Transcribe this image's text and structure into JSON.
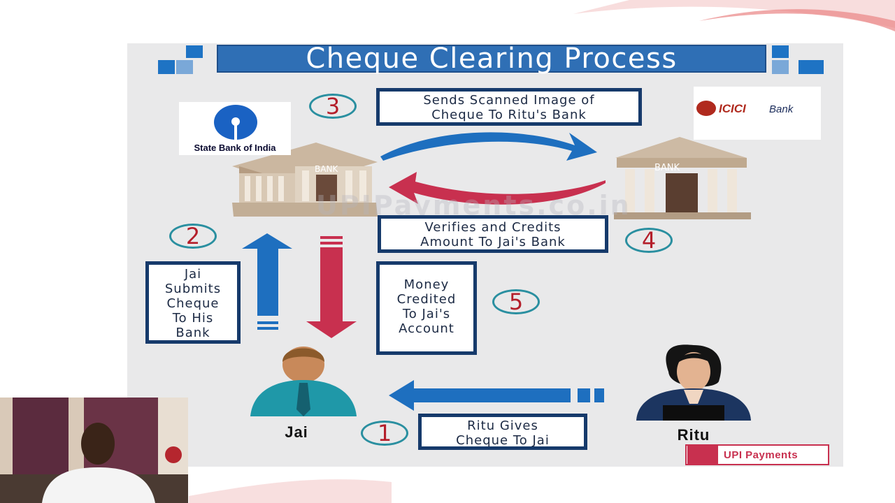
{
  "slide": {
    "title": "Cheque Clearing Process",
    "watermark": "UPIPayments.co.in"
  },
  "banks": {
    "left_logo_text": "State Bank of India",
    "right_logo_brand": "ICICI",
    "right_logo_suffix": "Bank",
    "building_label": "BANK"
  },
  "steps": [
    {
      "number": "1",
      "text_lines": [
        "Ritu Gives",
        "Cheque To Jai"
      ]
    },
    {
      "number": "2",
      "text_lines": [
        "Jai",
        "Submits",
        "Cheque",
        "To His",
        "Bank"
      ]
    },
    {
      "number": "3",
      "text_lines": [
        "Sends Scanned Image of",
        "Cheque To Ritu's Bank"
      ]
    },
    {
      "number": "4",
      "text_lines": [
        "Verifies and Credits",
        "Amount To Jai's Bank"
      ]
    },
    {
      "number": "5",
      "text_lines": [
        "Money",
        "Credited",
        "To Jai's",
        "Account"
      ]
    }
  ],
  "people": {
    "left": "Jai",
    "right": "Ritu"
  },
  "badge": {
    "text": "UPI Payments"
  },
  "colors": {
    "title_bar": "#2f6fb5",
    "box_border": "#163a6b",
    "arrow_blue": "#1e6fbf",
    "arrow_red": "#c8304f",
    "number_red": "#b41e2a",
    "circle_teal": "#2a8fa0"
  }
}
